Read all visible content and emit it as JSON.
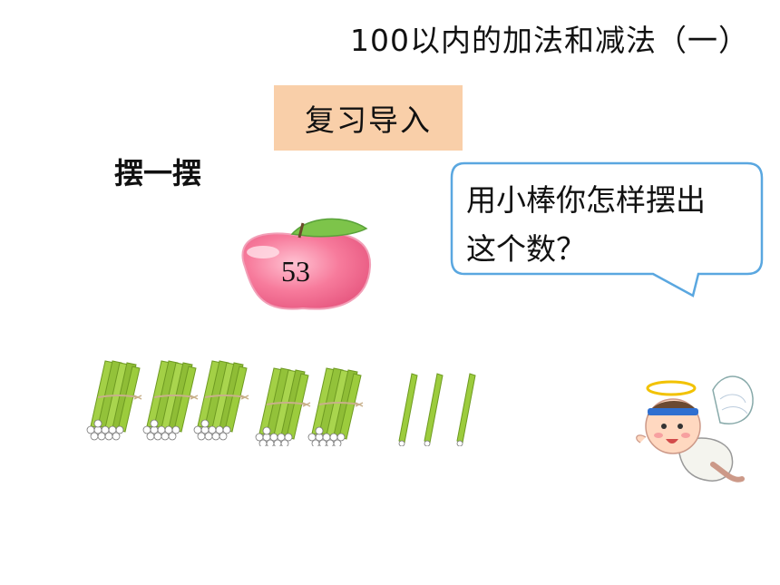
{
  "slide": {
    "title": "100以内的加法和减法（一）",
    "section_label": "复习导入",
    "subheading": "摆一摆",
    "apple_number": "53",
    "speech_bubble": {
      "line1": "用小棒你怎样摆出",
      "line2": "这个数？"
    },
    "bundles_count": 5,
    "single_sticks_count": 3
  },
  "colors": {
    "section_box": "#f9cfa9",
    "bubble_border": "#5aa7e0",
    "apple": "#f77b9c",
    "leaf": "#7dc44a",
    "stick": "#9ccc3d"
  },
  "icons": {
    "apple": "apple-icon",
    "stick_bundle": "stick-bundle-icon",
    "single_stick": "single-stick-icon",
    "angel": "angel-icon"
  }
}
